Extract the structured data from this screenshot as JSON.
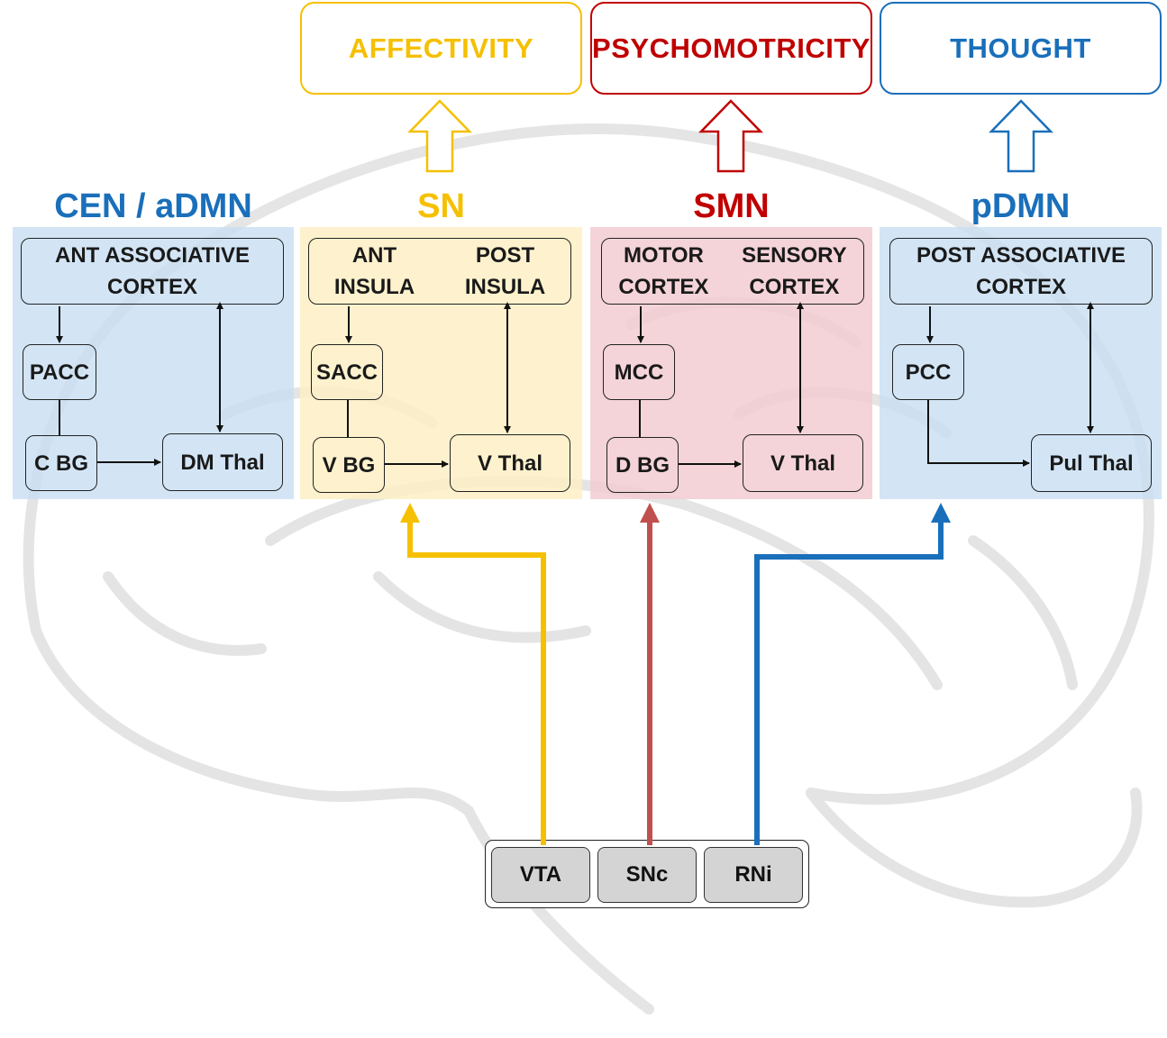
{
  "colors": {
    "affectivity": "#f5c000",
    "psychomotricity": "#c00000",
    "thought": "#1a6fba",
    "sn_panel": "#fdf2c8",
    "smn_panel": "#f4d3d8",
    "dmn_panel": "#d5e6f4",
    "arrow_yellow": "#f5c000",
    "arrow_red": "#c0504d",
    "arrow_blue": "#1a6fba"
  },
  "outputs": {
    "affectivity": "AFFECTIVITY",
    "psychomotricity": "PSYCHOMOTRICITY",
    "thought": "THOUGHT"
  },
  "networks": {
    "cen": {
      "title": "CEN / aDMN",
      "cortex": [
        "ANT ASSOCIATIVE",
        "CORTEX"
      ],
      "cingulate": "PACC",
      "basal_ganglia": "C BG",
      "thalamus": "DM Thal"
    },
    "sn": {
      "title": "SN",
      "cortex_left": [
        "ANT",
        "INSULA"
      ],
      "cortex_right": [
        "POST",
        "INSULA"
      ],
      "cingulate": "SACC",
      "basal_ganglia": "V BG",
      "thalamus": "V Thal"
    },
    "smn": {
      "title": "SMN",
      "cortex_left": [
        "MOTOR",
        "CORTEX"
      ],
      "cortex_right": [
        "SENSORY",
        "CORTEX"
      ],
      "cingulate": "MCC",
      "basal_ganglia": "D BG",
      "thalamus": "V Thal"
    },
    "pdmn": {
      "title": "pDMN",
      "cortex": [
        "POST ASSOCIATIVE",
        "CORTEX"
      ],
      "cingulate": "PCC",
      "thalamus": "Pul Thal"
    }
  },
  "nuclei": [
    "VTA",
    "SNc",
    "RNi"
  ]
}
